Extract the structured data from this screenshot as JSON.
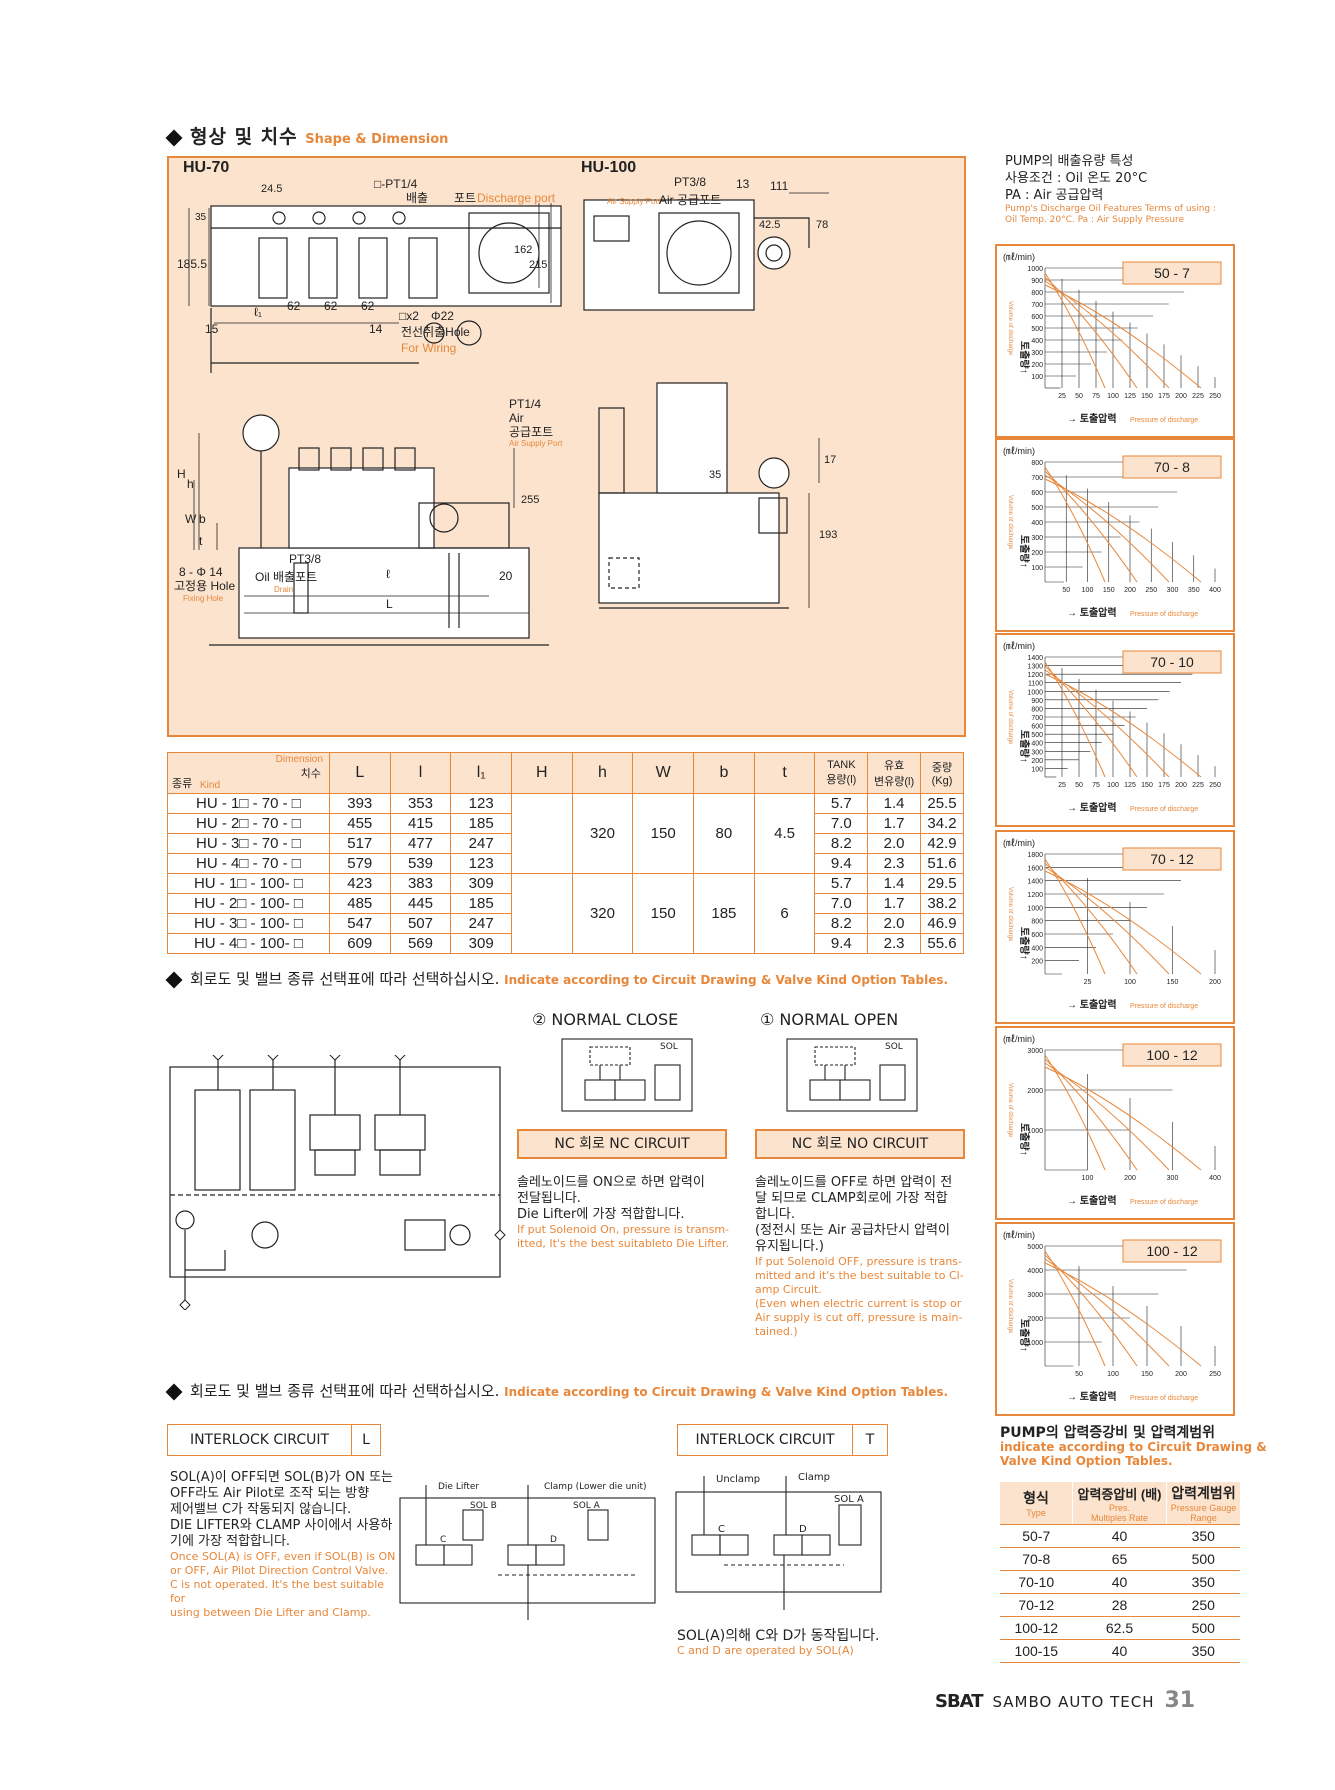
{
  "section1": {
    "title": "형상 및 치수",
    "title_en": "Shape & Dimension"
  },
  "drawing": {
    "hu70": "HU-70",
    "hu100": "HU-100",
    "pt14": "□-PT1/4",
    "discharge_kr": "배출",
    "port_kr": "포트",
    "discharge_en": "Discharge port",
    "pt38": "PT3/8",
    "air_supply_port_en": "Air Supply Port",
    "air_supply_kr": "Air 공급포트",
    "dim_13": "13",
    "dim_111": "111",
    "dim_425": "42.5",
    "dim_78": "78",
    "dim_245": "24.5",
    "dim_35": "35",
    "dim_1855": "185.5",
    "dim_162": "162",
    "dim_215": "215",
    "dim_62a": "62",
    "dim_62b": "62",
    "dim_62c": "62",
    "dim_l1": "ℓ₁",
    "dim_15": "15",
    "dim_14": "14",
    "dim_x2": "□x2",
    "dim_phi22": "Φ22",
    "wiring_kr": "전선취출Hole",
    "wiring_en": "For Wiring",
    "pt14b": "PT1/4",
    "air": "Air",
    "air_port_kr": "공급포트",
    "air_port_en": "Air Supply Port",
    "dim_255": "255",
    "dim_17": "17",
    "dim_35b": "35",
    "dim_193": "193",
    "dim_20": "20",
    "H": "H",
    "h": "h",
    "W": "W",
    "b": "b",
    "t": "t",
    "pt38b": "PT3/8",
    "fix_hole": "8 - Φ 14",
    "fix_kr": "고정용 Hole",
    "fix_en": "Fixing Hole",
    "oil_kr": "Oil 배출포트",
    "oil_en": "Drain",
    "dim_l": "ℓ",
    "dim_L": "L"
  },
  "dimtable": {
    "head": {
      "dimension": "Dimension",
      "chisu": "치수",
      "kind_kr": "종류",
      "kind_en": "Kind",
      "L": "L",
      "l": "l",
      "l1": "l₁",
      "H": "H",
      "h": "h",
      "W": "W",
      "b": "b",
      "t": "t",
      "tank1": "TANK",
      "tank2": "용량(l)",
      "oil1": "유효",
      "oil2": "변유량(l)",
      "wt1": "중량",
      "wt2": "(Kg)"
    },
    "rows": [
      {
        "kind": "HU - 1□ - 70 - □",
        "L": "393",
        "l": "353",
        "l1": "123",
        "tank": "5.7",
        "oil": "1.4",
        "wt": "25.5"
      },
      {
        "kind": "HU - 2□ - 70 - □",
        "L": "455",
        "l": "415",
        "l1": "185",
        "tank": "7.0",
        "oil": "1.7",
        "wt": "34.2"
      },
      {
        "kind": "HU - 3□ - 70 - □",
        "L": "517",
        "l": "477",
        "l1": "247",
        "tank": "8.2",
        "oil": "2.0",
        "wt": "42.9"
      },
      {
        "kind": "HU - 4□ - 70 - □",
        "L": "579",
        "l": "539",
        "l1": "123",
        "tank": "9.4",
        "oil": "2.3",
        "wt": "51.6"
      },
      {
        "kind": "HU - 1□ - 100- □",
        "L": "423",
        "l": "383",
        "l1": "309",
        "tank": "5.7",
        "oil": "1.4",
        "wt": "29.5"
      },
      {
        "kind": "HU - 2□ - 100- □",
        "L": "485",
        "l": "445",
        "l1": "185",
        "tank": "7.0",
        "oil": "1.7",
        "wt": "38.2"
      },
      {
        "kind": "HU - 3□ - 100- □",
        "L": "547",
        "l": "507",
        "l1": "247",
        "tank": "8.2",
        "oil": "2.0",
        "wt": "46.9"
      },
      {
        "kind": "HU - 4□ - 100- □",
        "L": "609",
        "l": "569",
        "l1": "309",
        "tank": "9.4",
        "oil": "2.3",
        "wt": "55.6"
      }
    ],
    "g1": {
      "h": "320",
      "W": "150",
      "b": "80",
      "t": "4.5"
    },
    "g2": {
      "h": "320",
      "W": "150",
      "b": "185",
      "t": "6"
    }
  },
  "section2": {
    "title": "회로도 및 밸브 종류 선택표에 따라 선택하십시오.",
    "title_en": "Indicate according to Circuit Drawing & Valve Kind Option Tables."
  },
  "nc": {
    "heading": "② NORMAL CLOSE",
    "tag": "NC 회로 NC CIRCUIT",
    "sol": "SOL",
    "desc_kr1": "솔레노이드를 ON으로 하면 압력이",
    "desc_kr2": "전달됩니다.",
    "desc_kr3": "Die Lifter에 가장 적합합니다.",
    "desc_en1": "If put Solenoid On, pressure is transm-",
    "desc_en2": "itted, It's the best suitableto Die Lifter."
  },
  "no": {
    "heading": "① NORMAL OPEN",
    "tag": "NC 회로 NO CIRCUIT",
    "sol": "SOL",
    "desc_kr1": "솔레노이드를 OFF로 하면 압력이 전",
    "desc_kr2": "달 되므로 CLAMP회로에 가장 적합",
    "desc_kr3": "합니다.",
    "desc_kr4": "(정전시 또는 Air 공급차단시 압력이",
    "desc_kr5": "유지됩니다.)",
    "desc_en1": "If put Solenoid OFF, pressure is trans-",
    "desc_en2": "mitted and it's the best suitable to Cl-",
    "desc_en3": "amp Circuit.",
    "desc_en4": "(Even when electric current is stop or",
    "desc_en5": " Air supply is cut off, pressure is main-",
    "desc_en6": "tained.)"
  },
  "section3": {
    "title": "회로도 및 밸브 종류 선택표에 따라 선택하십시오.",
    "title_en": "Indicate according to Circuit Drawing & Valve Kind Option Tables."
  },
  "ilL": {
    "tag": "INTERLOCK CIRCUIT",
    "code": "L",
    "die_lifter": "Die Lifter",
    "clamp": "Clamp (Lower die unit)",
    "solb": "SOL B",
    "sola": "SOL A",
    "c": "C",
    "d": "D",
    "desc_kr1": "SOL(A)이 OFF되면 SOL(B)가 ON 또는",
    "desc_kr2": "OFF라도 Air Pilot로 조작 되는 방향",
    "desc_kr3": "제어밸브 C가 작동되지 않습니다.",
    "desc_kr4": "DIE LIFTER와 CLAMP 사이에서 사용하",
    "desc_kr5": "기에 가장 적합합니다.",
    "desc_en1": "Once SOL(A) is OFF, even if SOL(B) is ON",
    "desc_en2": "or OFF, Air Pilot Direction Control Valve.",
    "desc_en3": "C is not operated. It's the best suitable for",
    "desc_en4": "using between Die Lifter and Clamp."
  },
  "ilT": {
    "tag": "INTERLOCK CIRCUIT",
    "code": "T",
    "unclamp": "Unclamp",
    "clamp": "Clamp",
    "sola": "SOL A",
    "c": "C",
    "d": "D",
    "desc_kr": "SOL(A)의해 C와 D가 동작됩니다.",
    "desc_en": "C and D are operated by SOL(A)"
  },
  "pump": {
    "title1": "PUMP의 배출유량 특성",
    "title2": "사용조건 : Oil 온도 20°C",
    "title3": "PA : Air 공급압력",
    "en1": "Pump's Discharge Oil Features Terms of using :",
    "en2": "Oil Temp. 20°C.  Pa : Air Supply Pressure"
  },
  "graphs": [
    {
      "name": "50 - 7",
      "unit": "(㎖/min)",
      "ylabels": [
        "1000",
        "900",
        "800",
        "700",
        "600",
        "500",
        "400",
        "300",
        "200",
        "100"
      ],
      "xlabels": [
        "25",
        "50",
        "75",
        "100",
        "125",
        "150",
        "175",
        "200",
        "225",
        "250"
      ]
    },
    {
      "name": "70 - 8",
      "unit": "(㎖/min)",
      "ylabels": [
        "800",
        "700",
        "600",
        "500",
        "400",
        "300",
        "200",
        "100"
      ],
      "xlabels": [
        "50",
        "100",
        "150",
        "200",
        "250",
        "300",
        "350",
        "400"
      ]
    },
    {
      "name": "70 - 10",
      "unit": "(㎖/min)",
      "ylabels": [
        "1400",
        "1300",
        "1200",
        "1100",
        "1000",
        "900",
        "800",
        "700",
        "600",
        "500",
        "400",
        "300",
        "200",
        "100"
      ],
      "xlabels": [
        "25",
        "50",
        "75",
        "100",
        "125",
        "150",
        "175",
        "200",
        "225",
        "250"
      ]
    },
    {
      "name": "70 - 12",
      "unit": "(㎖/min)",
      "ylabels": [
        "1800",
        "1600",
        "1400",
        "1200",
        "1000",
        "800",
        "600",
        "400",
        "200"
      ],
      "xlabels": [
        "25",
        "100",
        "150",
        "200"
      ]
    },
    {
      "name": "100 - 12",
      "unit": "(㎖/min)",
      "ylabels": [
        "3000",
        "2000",
        "1000"
      ],
      "xlabels": [
        "100",
        "200",
        "300",
        "400"
      ]
    },
    {
      "name": "100 - 12",
      "unit": "(㎖/min)",
      "ylabels": [
        "5000",
        "4000",
        "3000",
        "2000",
        "1000"
      ],
      "xlabels": [
        "50",
        "100",
        "150",
        "200",
        "250"
      ]
    }
  ],
  "graph_common": {
    "ylabel_kr": "토출량↑",
    "ylabel_en": "Volume of discharge",
    "xlabel_kr": "→ 토출압력",
    "xlabel_en": "Pressure of discharge"
  },
  "pres": {
    "title": "PUMP의 압력증강비 및 압력계범위",
    "title_en1": "indicate according to Circuit Drawing &",
    "title_en2": "Valve Kind Option Tables.",
    "h1": "형식",
    "h1en": "Type",
    "h2": "압력증압비 (배)",
    "h2en1": "Pres.",
    "h2en2": "Multiples Rate",
    "h3": "압력계범위",
    "h3en1": "Pressure Gauge",
    "h3en2": "Range",
    "rows": [
      [
        "50-7",
        "40",
        "350"
      ],
      [
        "70-8",
        "65",
        "500"
      ],
      [
        "70-10",
        "40",
        "350"
      ],
      [
        "70-12",
        "28",
        "250"
      ],
      [
        "100-12",
        "62.5",
        "500"
      ],
      [
        "100-15",
        "40",
        "350"
      ]
    ]
  },
  "footer": {
    "logo": "SBAT",
    "company": "SAMBO AUTO TECH",
    "page": "31"
  }
}
